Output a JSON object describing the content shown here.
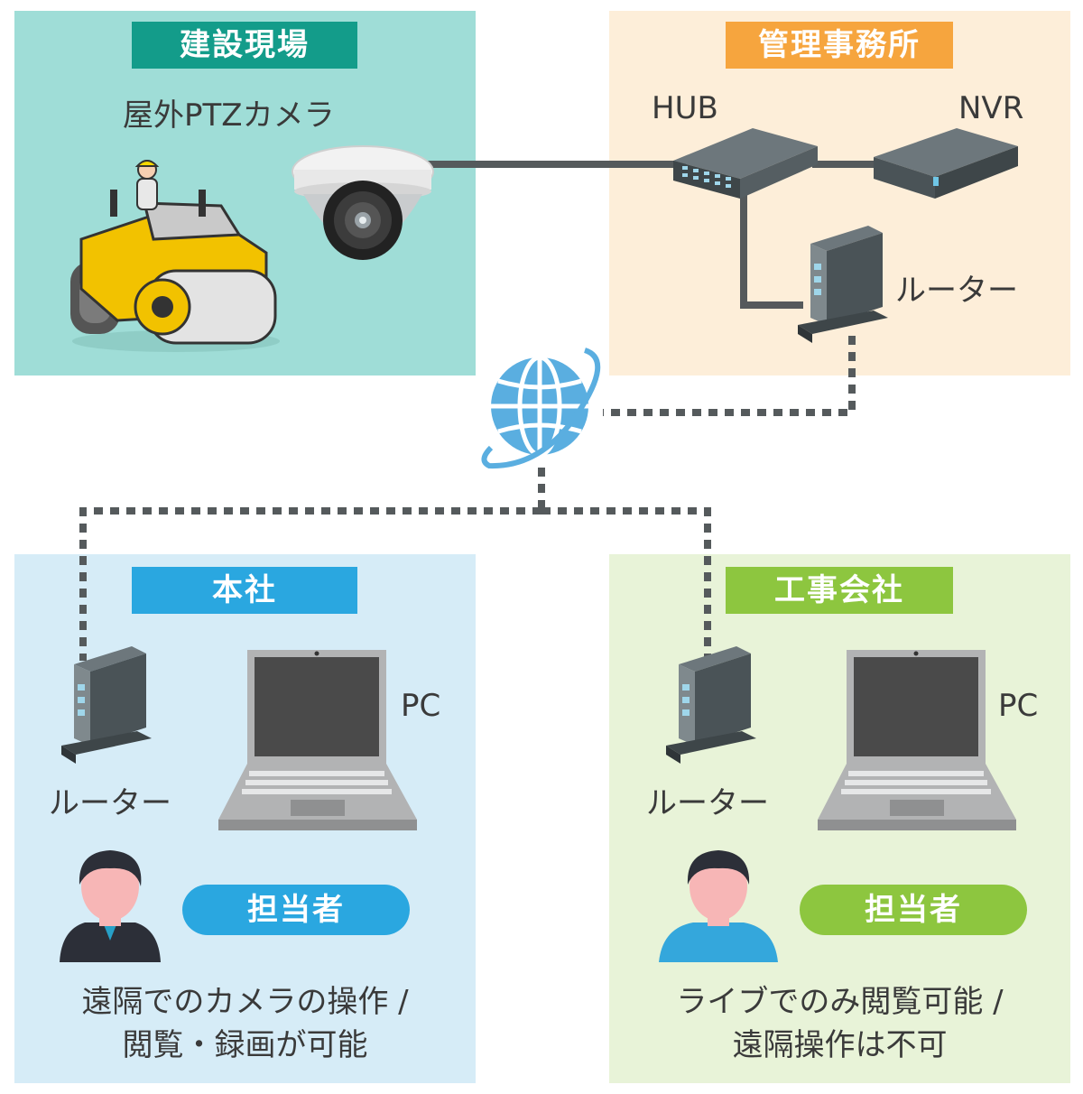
{
  "site": {
    "tag": "建設現場",
    "camera_label": "屋外PTZカメラ",
    "tag_color": "#139c8a",
    "bg": "#9fddd7"
  },
  "office": {
    "tag": "管理事務所",
    "hub_label": "HUB",
    "nvr_label": "NVR",
    "router_label": "ルーター",
    "tag_color": "#f6a53e",
    "bg": "#fdeed9"
  },
  "headquarters": {
    "tag": "本社",
    "router_label": "ルーター",
    "pc_label": "PC",
    "person_label": "担当者",
    "desc_line1": "遠隔でのカメラの操作 /",
    "desc_line2": "閲覧・録画が可能",
    "tag_color": "#2aa7e0",
    "bg": "#d6ecf7"
  },
  "contractor": {
    "tag": "工事会社",
    "router_label": "ルーター",
    "pc_label": "PC",
    "person_label": "担当者",
    "desc_line1": "ライブでのみ閲覧可能 /",
    "desc_line2": "遠隔操作は不可",
    "tag_color": "#8dc63f",
    "bg": "#e8f3d8"
  },
  "icons": [
    "road-roller-icon",
    "dome-camera-icon",
    "hub-icon",
    "nvr-icon",
    "router-icon",
    "globe-icon",
    "laptop-icon",
    "person-icon"
  ]
}
